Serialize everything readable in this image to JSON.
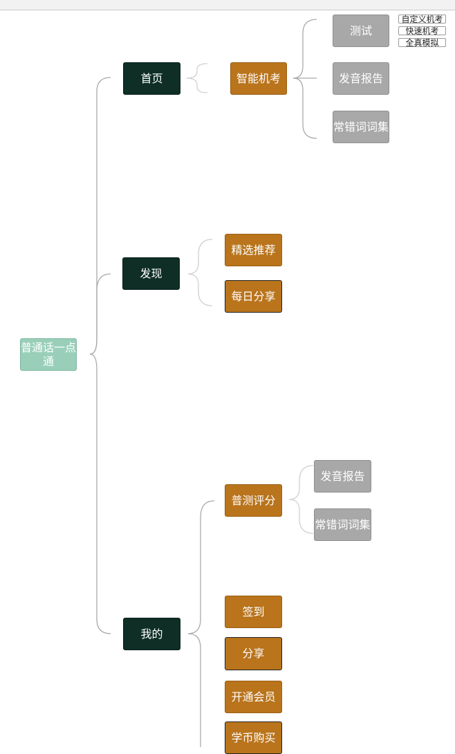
{
  "root": "普通话一点通",
  "branches": {
    "home": {
      "label": "首页",
      "smart_exam": {
        "label": "智能机考",
        "test": {
          "label": "测试",
          "options": [
            "自定义机考",
            "快速机考",
            "全真模拟"
          ]
        },
        "report": "发音报告",
        "errors": "常错词词集"
      }
    },
    "discover": {
      "label": "发现",
      "featured": "精选推荐",
      "daily_share": "每日分享"
    },
    "mine": {
      "label": "我的",
      "scoring": {
        "label": "普测评分",
        "report": "发音报告",
        "errors": "常错词词集"
      },
      "checkin": "签到",
      "share": "分享",
      "vip": "开通会员",
      "buy_coins": "学币购买"
    }
  },
  "colors": {
    "root": "#99cfb9",
    "level1": "#0e2e26",
    "level2": "#b9741c",
    "level3": "#a8a8a8",
    "connector": "#a9a9a9"
  }
}
